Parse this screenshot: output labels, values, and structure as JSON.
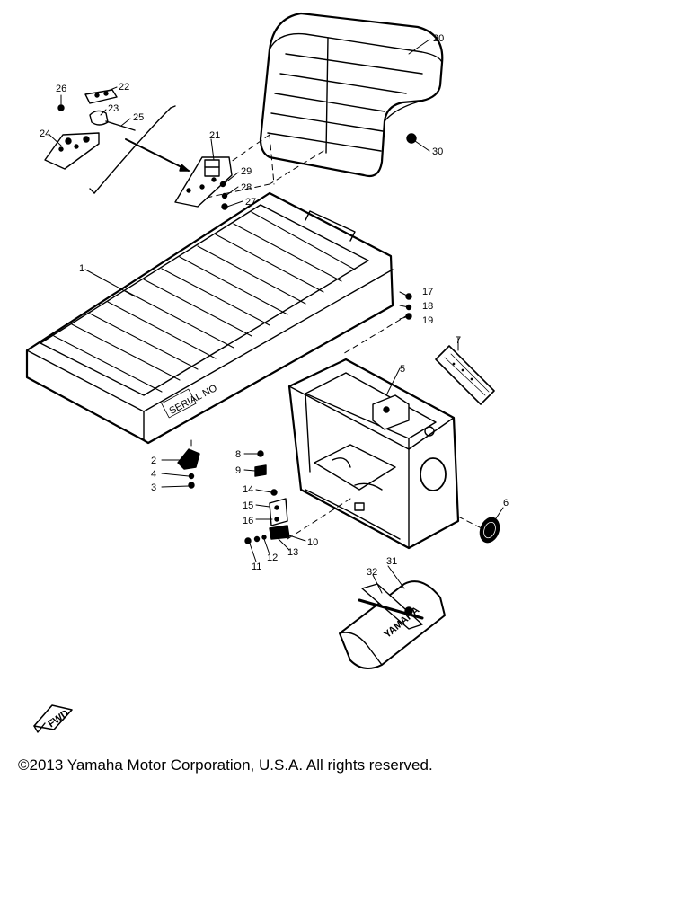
{
  "diagram": {
    "callouts": [
      "1",
      "2",
      "3",
      "4",
      "5",
      "6",
      "7",
      "8",
      "9",
      "10",
      "11",
      "12",
      "13",
      "14",
      "15",
      "16",
      "17",
      "18",
      "19",
      "20",
      "21",
      "22",
      "23",
      "24",
      "25",
      "26",
      "27",
      "28",
      "29",
      "30",
      "31",
      "32"
    ],
    "bag_text": "YAMAHA",
    "label_text": "SERIAL NO",
    "front_arrow_text": "FWD"
  },
  "footer": {
    "copyright": "©2013 Yamaha Motor Corporation, U.S.A. All rights reserved."
  }
}
